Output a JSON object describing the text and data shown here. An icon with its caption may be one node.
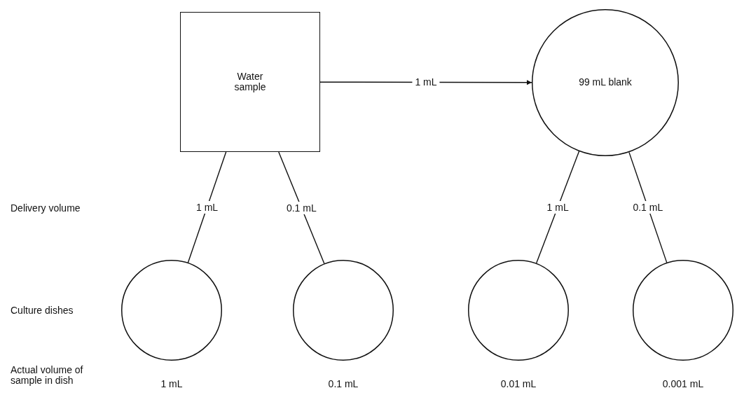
{
  "diagram": {
    "nodes": [
      {
        "text": [
          "Water sample"
        ]
      },
      {
        "text": [
          "99 mL blank"
        ]
      },
      {
        "text": [],
        "shape": "circle",
        "beside": [
          "1 mL"
        ]
      },
      {
        "text": [],
        "shape": "circle",
        "beside": [
          "0.1 mL"
        ]
      },
      {
        "text": [],
        "shape": "circle",
        "beside": [
          "0.01 mL"
        ]
      },
      {
        "text": [],
        "shape": "circle",
        "beside": [
          "0.001 mL"
        ]
      }
    ],
    "edges": [
      {
        "from": 0,
        "to": 1,
        "arrow": "to",
        "label": "1 mL"
      },
      {
        "from": 0,
        "to": 2,
        "arrow": "none",
        "label": "1 mL"
      },
      {
        "from": 0,
        "to": 3,
        "arrow": "none",
        "label": "0.1 mL"
      },
      {
        "from": 1,
        "to": 4,
        "arrow": "none",
        "label": "1 mL"
      },
      {
        "from": 1,
        "to": 5,
        "arrow": "none",
        "label": "0.1 mL"
      }
    ],
    "labels": [
      "Delivery volume",
      "Culture dishes",
      "Actual volume of sample in dish"
    ]
  }
}
